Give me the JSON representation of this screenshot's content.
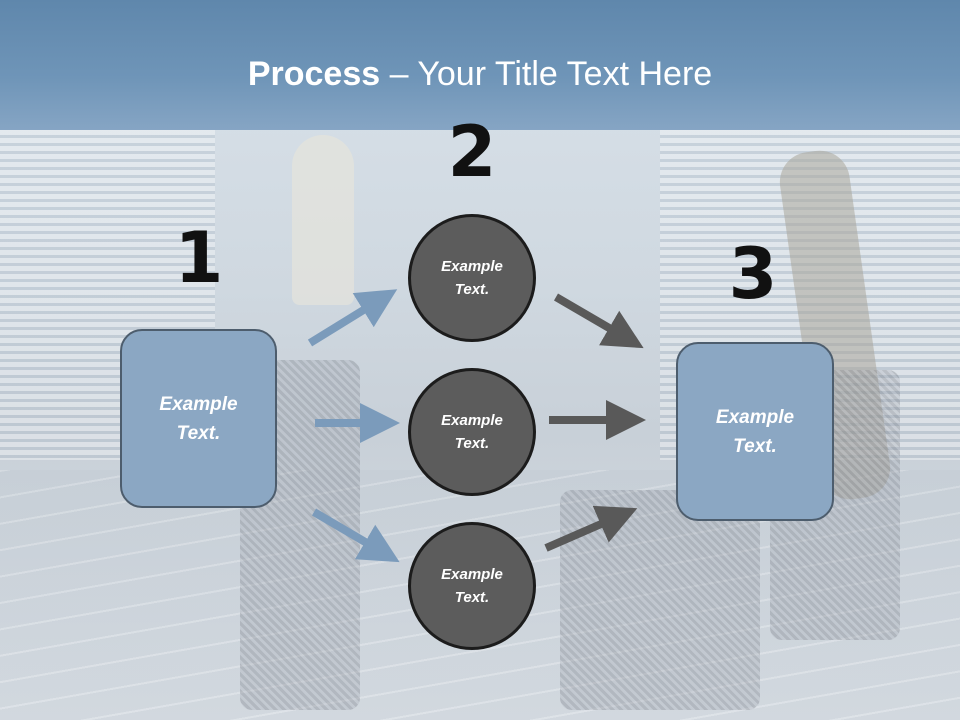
{
  "title": {
    "bold": "Process",
    "rest": " – Your Title Text Here"
  },
  "steps": [
    {
      "number": "1",
      "text": "Example Text."
    },
    {
      "number": "2",
      "nodes": [
        "Example Text.",
        "Example Text.",
        "Example Text."
      ]
    },
    {
      "number": "3",
      "text": "Example Text."
    }
  ],
  "colors": {
    "title_band": "#6b8fb3",
    "box_fill": "#8ba7c3",
    "circle_fill": "#5c5c5c",
    "blue_arrow": "#7b9bbb",
    "dark_arrow": "#595959"
  },
  "background": "photo-of-patio-dining-area"
}
